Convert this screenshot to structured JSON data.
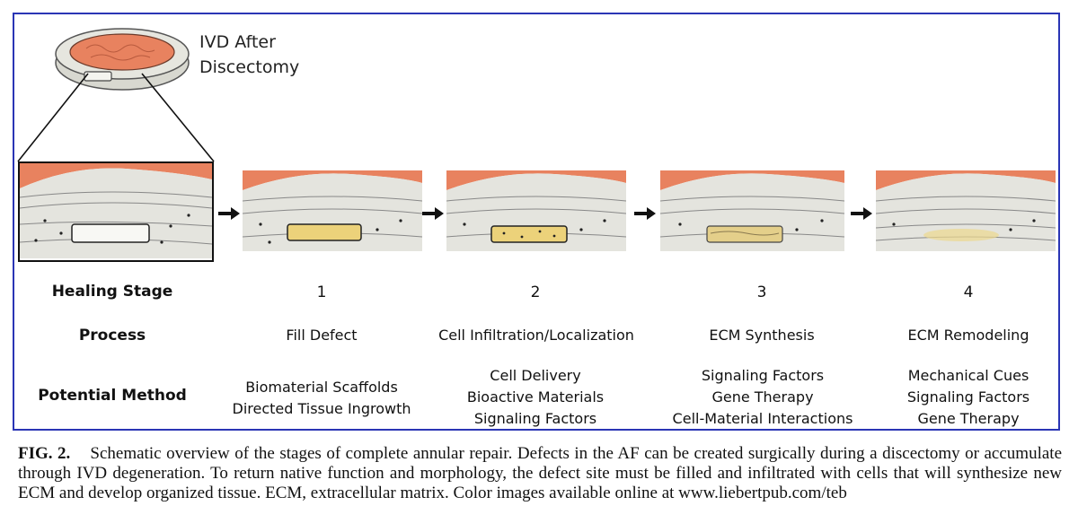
{
  "figure": {
    "title_line1": "IVD After",
    "title_line2": "Discectomy",
    "row_labels": {
      "stage": "Healing Stage",
      "process": "Process",
      "method": "Potential Method"
    },
    "stages": [
      {
        "number": "1",
        "process": "Fill Defect",
        "methods": [
          "Biomaterial Scaffolds",
          "Directed Tissue Ingrowth"
        ]
      },
      {
        "number": "2",
        "process": "Cell Infiltration/Localization",
        "methods": [
          "Cell Delivery",
          "Bioactive Materials",
          "Signaling Factors"
        ]
      },
      {
        "number": "3",
        "process": "ECM Synthesis",
        "methods": [
          "Signaling Factors",
          "Gene Therapy",
          "Cell-Material Interactions"
        ]
      },
      {
        "number": "4",
        "process": "ECM Remodeling",
        "methods": [
          "Mechanical Cues",
          "Signaling Factors",
          "Gene Therapy"
        ]
      }
    ],
    "colors": {
      "frame": "#2a35b5",
      "nucleus": "#e8825f",
      "annulus": "#e4e4de",
      "fill": "#ecd27a"
    }
  },
  "caption": {
    "label": "FIG. 2.",
    "text": "Schematic overview of the stages of complete annular repair. Defects in the AF can be created surgically during a discectomy or accumulate through IVD degeneration. To return native function and morphology, the defect site must be filled and infiltrated with cells that will synthesize new ECM and develop organized tissue. ECM, extracellular matrix. Color images available online at www.liebertpub.com/teb"
  }
}
